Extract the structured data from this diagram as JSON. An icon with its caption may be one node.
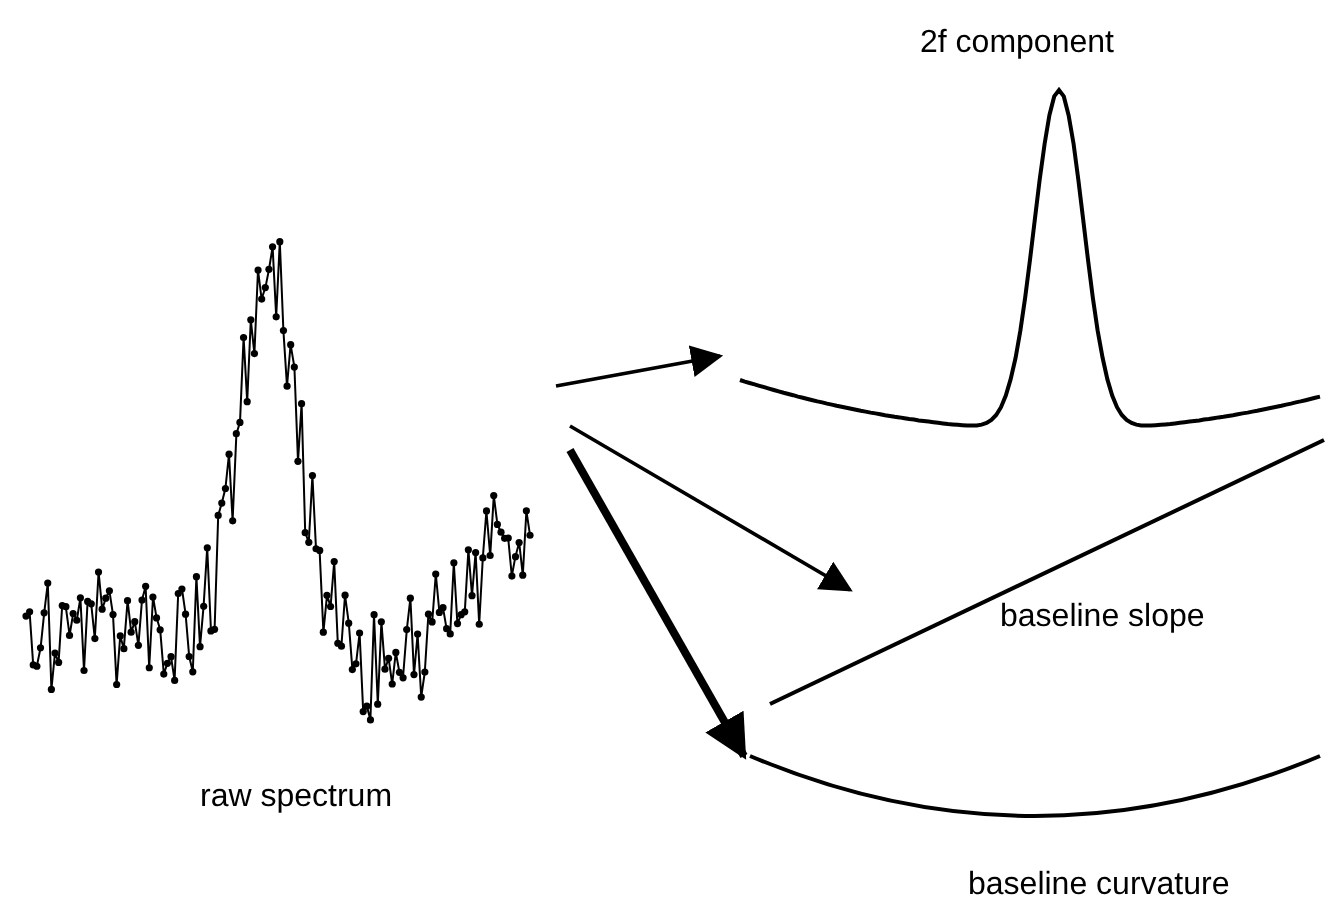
{
  "diagram": {
    "nodes": [
      {
        "text": [
          "raw spectrum"
        ]
      },
      {
        "text": [
          "2f component"
        ]
      },
      {
        "text": [
          "baseline slope"
        ]
      },
      {
        "text": [
          "baseline curvature"
        ]
      }
    ],
    "edges": [
      {
        "from": 0,
        "to": 1,
        "arrow": "to"
      },
      {
        "from": 0,
        "to": 2,
        "arrow": "to"
      },
      {
        "from": 0,
        "to": 3,
        "arrow": "to",
        "style": "thick"
      }
    ]
  }
}
